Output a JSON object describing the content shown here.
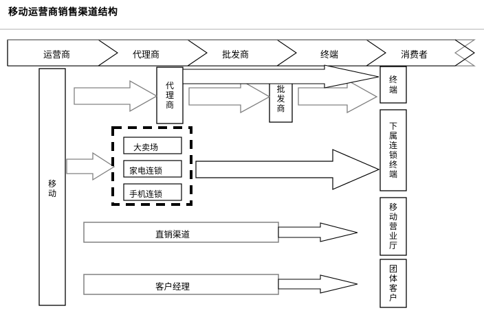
{
  "title": "移动运营商销售渠道结构",
  "band": {
    "segments": [
      {
        "label": "运营商"
      },
      {
        "label": "代理商"
      },
      {
        "label": "批发商"
      },
      {
        "label": "终端"
      },
      {
        "label": "消费者"
      }
    ]
  },
  "nodes": {
    "operator": {
      "label": "移动",
      "chars": [
        "移",
        "动"
      ]
    },
    "agent": {
      "label": "代理商",
      "chars": [
        "代",
        "理",
        "商"
      ]
    },
    "wholesaler": {
      "label": "批发商",
      "chars": [
        "批",
        "发",
        "商"
      ]
    },
    "terminal": {
      "label": "终端",
      "chars": [
        "终",
        "端"
      ]
    },
    "chain_terminal": {
      "label": "下属连锁终端",
      "chars": [
        "下",
        "属",
        "连",
        "锁",
        "终",
        "端"
      ]
    },
    "mobile_hall": {
      "label": "移动营业厅",
      "chars": [
        "移",
        "动",
        "营",
        "业",
        "厅"
      ]
    },
    "group_customer": {
      "label": "团体客户",
      "chars": [
        "团",
        "体",
        "客",
        "户"
      ]
    }
  },
  "retail_group": {
    "items": [
      {
        "label": "大卖场"
      },
      {
        "label": "家电连锁"
      },
      {
        "label": "手机连锁"
      }
    ]
  },
  "channel_bars": [
    {
      "label": "直销渠道"
    },
    {
      "label": "客户经理"
    }
  ],
  "colors": {
    "line_black": "#000000",
    "line_gray": "#808080",
    "rule": "#b6b6b6",
    "background": "#ffffff"
  }
}
